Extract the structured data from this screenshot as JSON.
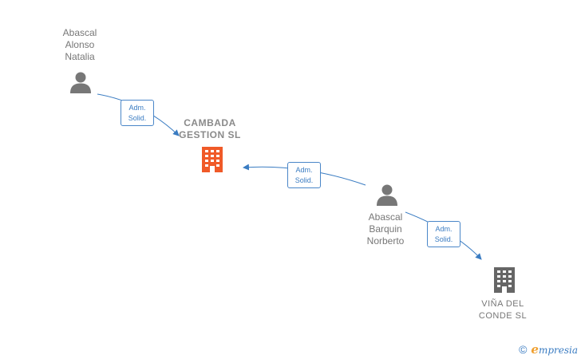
{
  "nodes": {
    "person_1": {
      "name": "Abascal\nAlonso\nNatalia"
    },
    "company_main": {
      "name": "CAMBADA\nGESTION  SL",
      "color": "#f05a28"
    },
    "person_2": {
      "name": "Abascal\nBarquin\nNorberto"
    },
    "company_2": {
      "name": "VIÑA DEL\nCONDE SL",
      "color": "#666666"
    }
  },
  "relations": [
    {
      "line1": "Adm.",
      "line2": "Solid."
    },
    {
      "line1": "Adm.",
      "line2": "Solid."
    },
    {
      "line1": "Adm.",
      "line2": "Solid."
    }
  ],
  "colors": {
    "edge": "#3a7cc2",
    "person_icon": "#777777"
  },
  "footer": {
    "copyright": "©",
    "brand_initial": "e",
    "brand_rest": "mpresia"
  }
}
